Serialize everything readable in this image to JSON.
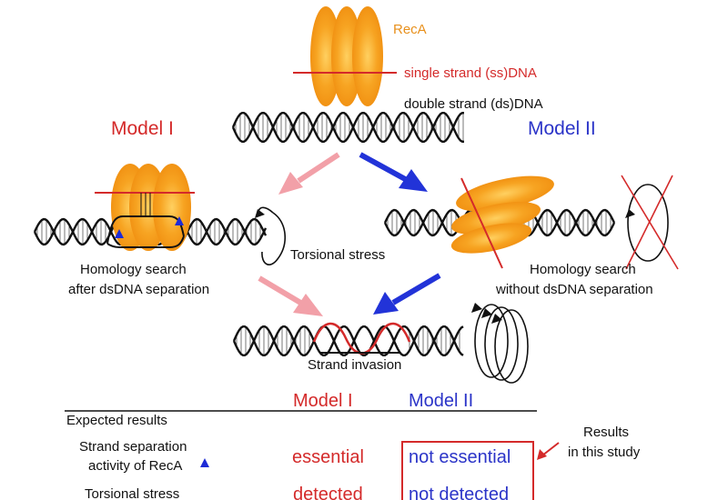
{
  "labels": {
    "reca": "RecA",
    "ssdna": "single strand (ss)DNA",
    "dsdna": "double strand (ds)DNA",
    "model1_title": "Model I",
    "model2_title": "Model II",
    "torsional_stress": "Torsional stress",
    "homology1_line1": "Homology search",
    "homology1_line2": "after dsDNA separation",
    "homology2_line1": "Homology search",
    "homology2_line2": "without dsDNA separation",
    "strand_invasion": "Strand invasion"
  },
  "table": {
    "col_model1": "Model I",
    "col_model2": "Model II",
    "expected_results": "Expected results",
    "row1_line1": "Strand separation",
    "row1_line2": "activity of RecA",
    "row1_model1": "essential",
    "row1_model2": "not essential",
    "row2_label": "Torsional stress",
    "row2_model1": "detected",
    "row2_model2": "not detected",
    "results_line1": "Results",
    "results_line2": "in this study"
  },
  "colors": {
    "reca_orange": "#F5A020",
    "red": "#D42A2A",
    "blue": "#2B34C8",
    "pink_arrow": "#F2A0A8",
    "blue_arrow": "#2233D8",
    "black": "#111111"
  }
}
